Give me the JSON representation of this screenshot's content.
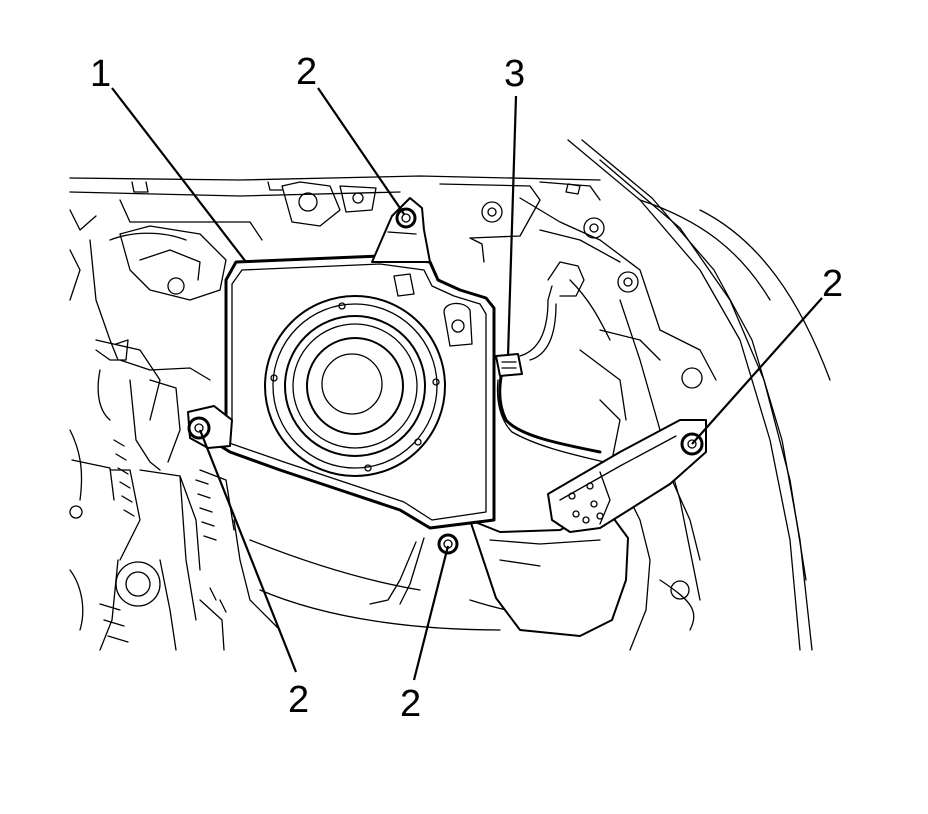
{
  "callouts": [
    {
      "id": "1",
      "label": "1"
    },
    {
      "id": "2a",
      "label": "2"
    },
    {
      "id": "3",
      "label": "3"
    },
    {
      "id": "2b",
      "label": "2"
    },
    {
      "id": "2c",
      "label": "2"
    },
    {
      "id": "2d",
      "label": "2"
    }
  ],
  "colors": {
    "line": "#000000",
    "background": "#ffffff"
  }
}
